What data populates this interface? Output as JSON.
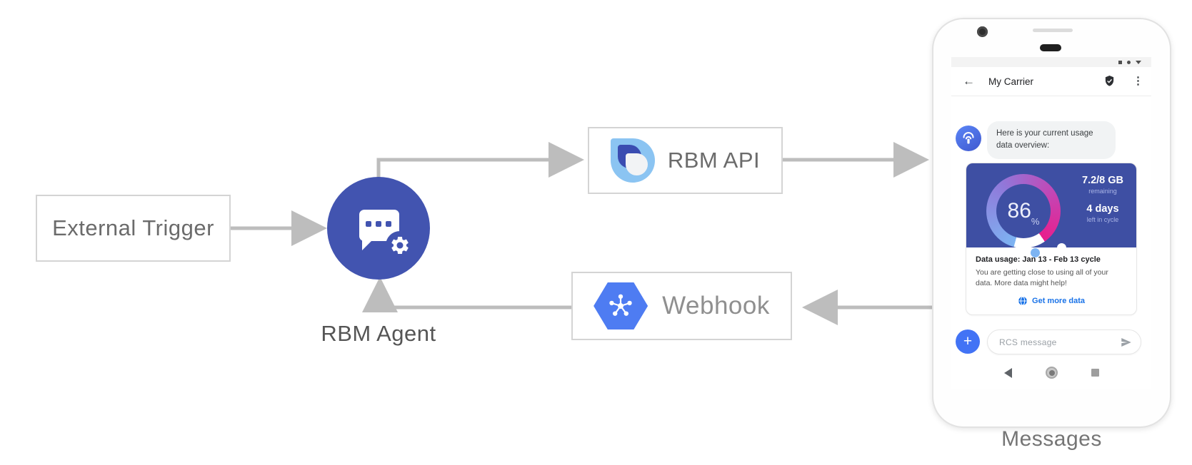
{
  "diagram": {
    "nodes": {
      "external_trigger": "External Trigger",
      "rbm_agent": "RBM Agent",
      "rbm_api": "RBM API",
      "webhook": "Webhook"
    },
    "caption": "Messages"
  },
  "phone": {
    "header": {
      "back_icon": "←",
      "title": "My Carrier",
      "menu_icon": "⋮"
    },
    "conversation": {
      "agent_message": "Here is your current usage data overview:",
      "usage_card": {
        "gauge_percent": "86",
        "gauge_unit": "%",
        "data_remaining_value": "7.2/8 GB",
        "data_remaining_label": "remaining",
        "days_value": "4 days",
        "days_label": "left in cycle",
        "title": "Data usage: Jan 13 - Feb 13 cycle",
        "body": "You are getting close to using all of your data. More data might help!",
        "action": "Get more data"
      }
    },
    "composer": {
      "plus_icon": "+",
      "placeholder": "RCS message"
    }
  },
  "colors": {
    "arrow_gray": "#bdbdbd",
    "agent_circle": "#4254b0",
    "usage_card_bg": "#3e4fa3",
    "gauge_gradient_start": "#7db4f2",
    "gauge_gradient_mid": "#9079da",
    "gauge_gradient_end": "#e81e8c",
    "link_blue": "#1a73e8",
    "compose_blue": "#4273f5",
    "hexagon_blue": "#4e7cf2",
    "api_logo_light_blue": "#8bc4f2",
    "api_logo_dark_blue": "#3a4cb1"
  }
}
